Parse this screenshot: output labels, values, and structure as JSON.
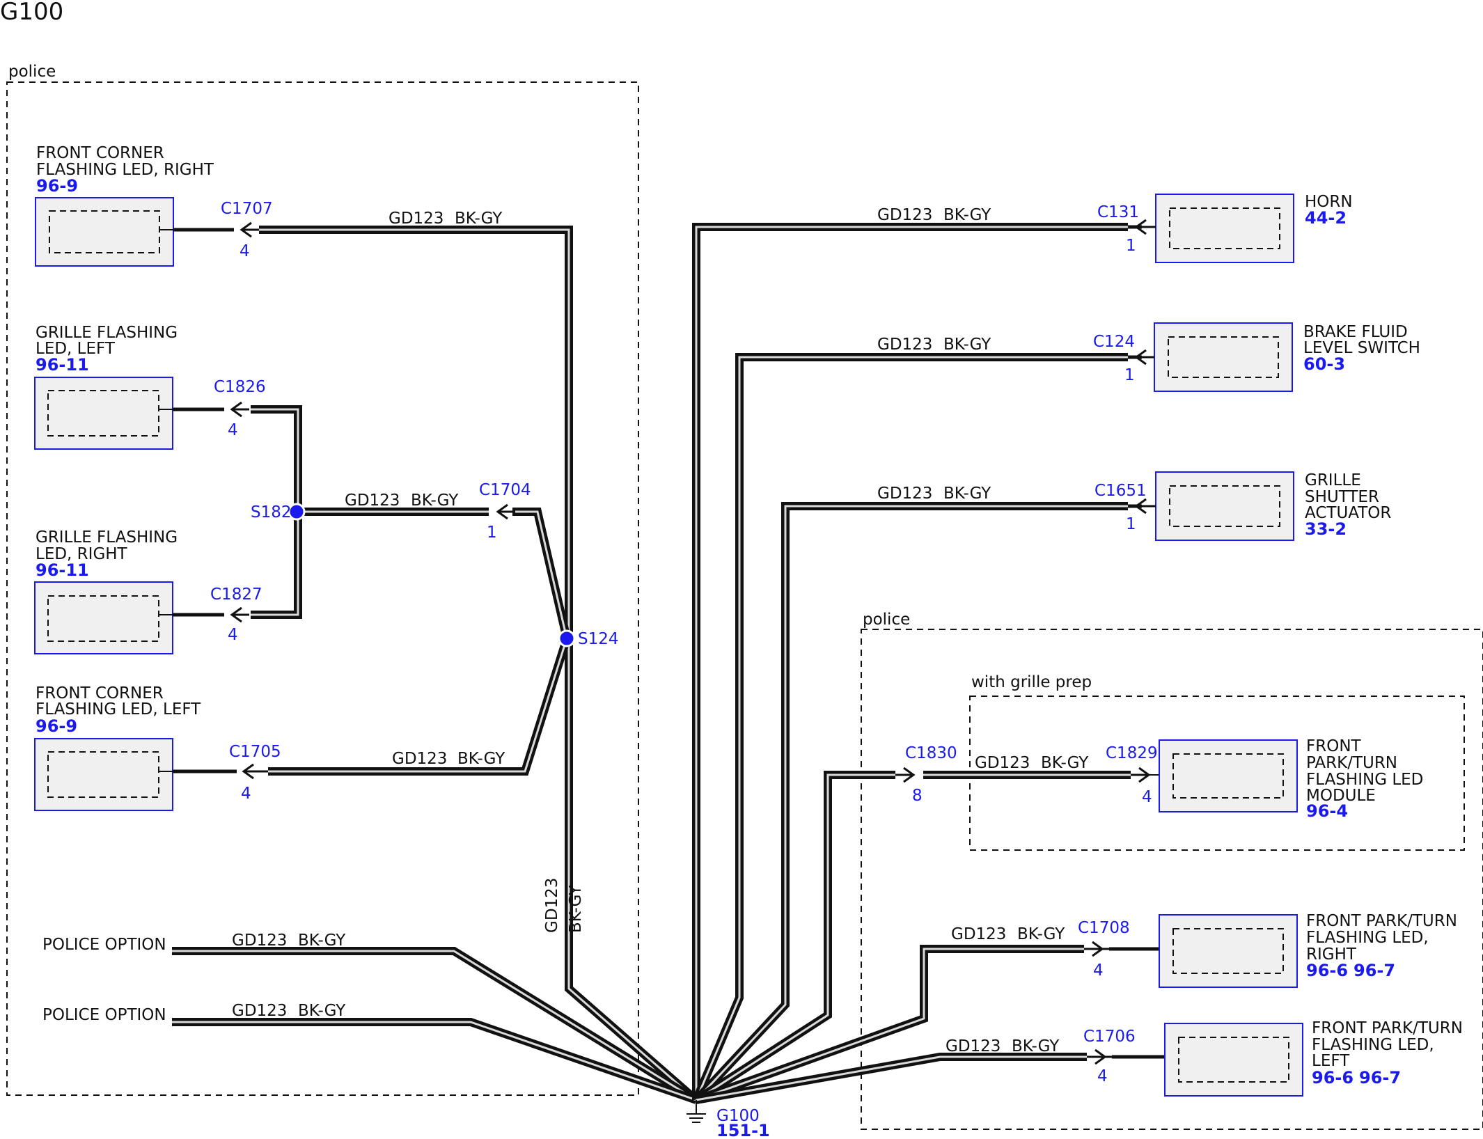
{
  "title": "G100",
  "regions": {
    "police_left": "police",
    "police_right": "police",
    "grille_prep": "with grille prep"
  },
  "wire": {
    "circuit": "GD123",
    "color": "BK-GY"
  },
  "components": {
    "fc_right": {
      "name_lines": [
        "FRONT CORNER",
        "FLASHING LED, RIGHT"
      ],
      "ref": "96-9"
    },
    "grille_left": {
      "name_lines": [
        "GRILLE FLASHING",
        "LED, LEFT"
      ],
      "ref": "96-11"
    },
    "grille_right": {
      "name_lines": [
        "GRILLE FLASHING",
        "LED, RIGHT"
      ],
      "ref": "96-11"
    },
    "fc_left": {
      "name_lines": [
        "FRONT CORNER",
        "FLASHING LED, LEFT"
      ],
      "ref": "96-9"
    },
    "horn": {
      "name_lines": [
        "HORN"
      ],
      "ref": "44-2"
    },
    "brake": {
      "name_lines": [
        "BRAKE FLUID",
        "LEVEL SWITCH"
      ],
      "ref": "60-3"
    },
    "shutter": {
      "name_lines": [
        "GRILLE",
        "SHUTTER",
        "ACTUATOR"
      ],
      "ref": "33-2"
    },
    "fpt_module": {
      "name_lines": [
        "FRONT",
        "PARK/TURN",
        "FLASHING LED",
        "MODULE"
      ],
      "ref": "96-4"
    },
    "fpt_right": {
      "name_lines": [
        "FRONT PARK/TURN",
        "FLASHING LED,",
        "RIGHT"
      ],
      "refs": [
        "96-6",
        "96-7"
      ]
    },
    "fpt_left": {
      "name_lines": [
        "FRONT PARK/TURN",
        "FLASHING LED,",
        "LEFT"
      ],
      "refs": [
        "96-6",
        "96-7"
      ]
    }
  },
  "connectors": {
    "c1707": {
      "id": "C1707",
      "pin": "4"
    },
    "c1826": {
      "id": "C1826",
      "pin": "4"
    },
    "c1827": {
      "id": "C1827",
      "pin": "4"
    },
    "c1705": {
      "id": "C1705",
      "pin": "4"
    },
    "c1704": {
      "id": "C1704",
      "pin": "1"
    },
    "c131": {
      "id": "C131",
      "pin": "1"
    },
    "c124": {
      "id": "C124",
      "pin": "1"
    },
    "c1651": {
      "id": "C1651",
      "pin": "1"
    },
    "c1830": {
      "id": "C1830",
      "pin": "8"
    },
    "c1829": {
      "id": "C1829",
      "pin": "4"
    },
    "c1708": {
      "id": "C1708",
      "pin": "4"
    },
    "c1706": {
      "id": "C1706",
      "pin": "4"
    }
  },
  "splices": {
    "s182": "S182",
    "s124": "S124"
  },
  "police_option": [
    "POLICE OPTION",
    "POLICE OPTION"
  ],
  "ground": {
    "id": "G100",
    "ref": "151-1"
  }
}
